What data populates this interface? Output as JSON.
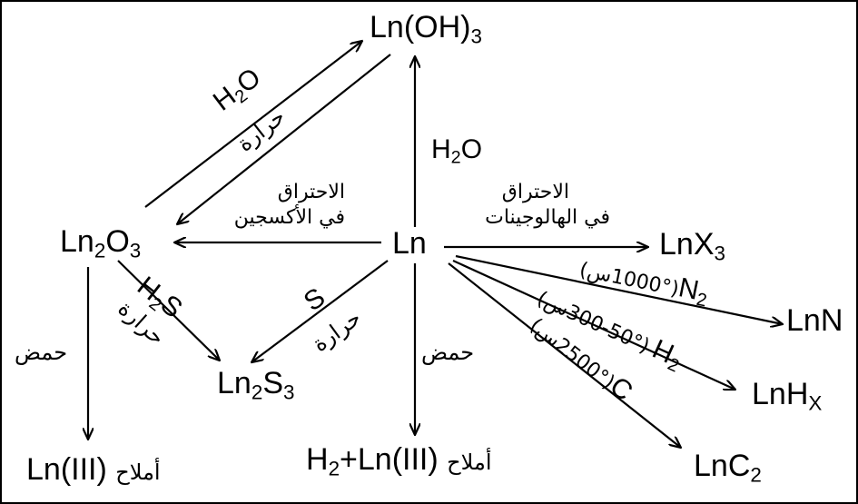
{
  "nodes": {
    "ln": "Ln",
    "hydroxide": {
      "main": "Ln(OH)",
      "sub": "3"
    },
    "oxide": {
      "a": "Ln",
      "s1": "2",
      "b": "O",
      "s2": "3"
    },
    "halide": {
      "main": "LnX",
      "sub": "3"
    },
    "nitride": "LnN",
    "hydride": {
      "main": "LnH",
      "sub": "X"
    },
    "carbide": {
      "main": "LnC",
      "sub": "2"
    },
    "sulfide": {
      "a": "Ln",
      "s1": "2",
      "b": "S",
      "s2": "3"
    },
    "salts_left": {
      "formula": "Ln(III)",
      "word": "أملاح"
    },
    "salts_center": {
      "h": "H",
      "h_sub": "2",
      "formula": "+Ln(III)",
      "word": "أملاح"
    }
  },
  "labels": {
    "h2o_center": {
      "main": "H",
      "sub": "2",
      "tail": "O"
    },
    "h2o_diag": {
      "main": "H",
      "sub": "2",
      "tail": "O"
    },
    "heat_diag": "حرارة",
    "combustion_oxygen": [
      "الاحتراق",
      "في الأكسجين"
    ],
    "combustion_halogen": [
      "الاحتراق",
      "في الهالوجينات"
    ],
    "h2s": {
      "main": "H",
      "sub": "2",
      "tail": "S"
    },
    "heat_h2s": "حرارة",
    "s": "S",
    "heat_s": "حرارة",
    "acid_left": "حمض",
    "acid_center": "حمض",
    "n2_cond": "(1000°س)",
    "n2": {
      "main": "N",
      "sub": "2"
    },
    "h2_cond": "(300-50°س)",
    "h2": {
      "main": "H",
      "sub": "2"
    },
    "c_cond": "(2500°س)",
    "c": "C"
  }
}
